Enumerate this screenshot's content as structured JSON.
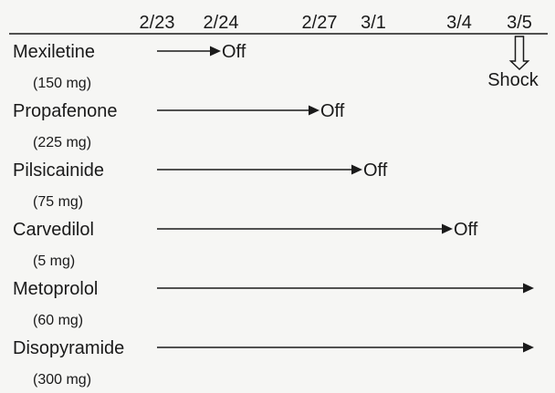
{
  "dates": [
    "2/23",
    "2/24",
    "2/27",
    "3/1",
    "3/4",
    "3/5"
  ],
  "drugs": [
    {
      "name": "Mexiletine",
      "dose": "(150 mg)",
      "from": "2/23",
      "to": "2/24",
      "end_label": "Off"
    },
    {
      "name": "Propafenone",
      "dose": "(225 mg)",
      "from": "2/23",
      "to": "2/27",
      "end_label": "Off"
    },
    {
      "name": "Pilsicainide",
      "dose": "(75 mg)",
      "from": "2/23",
      "to": "3/1",
      "end_label": "Off"
    },
    {
      "name": "Carvedilol",
      "dose": "(5 mg)",
      "from": "2/23",
      "to": "3/4",
      "end_label": "Off"
    },
    {
      "name": "Metoprolol",
      "dose": "(60 mg)",
      "from": "2/23",
      "to": null,
      "end_label": ""
    },
    {
      "name": "Disopyramide",
      "dose": "(300 mg)",
      "from": null,
      "to": null,
      "end_label": ""
    }
  ],
  "event": {
    "date": "3/5",
    "label": "Shock",
    "marker": "hollow-down-arrow"
  }
}
